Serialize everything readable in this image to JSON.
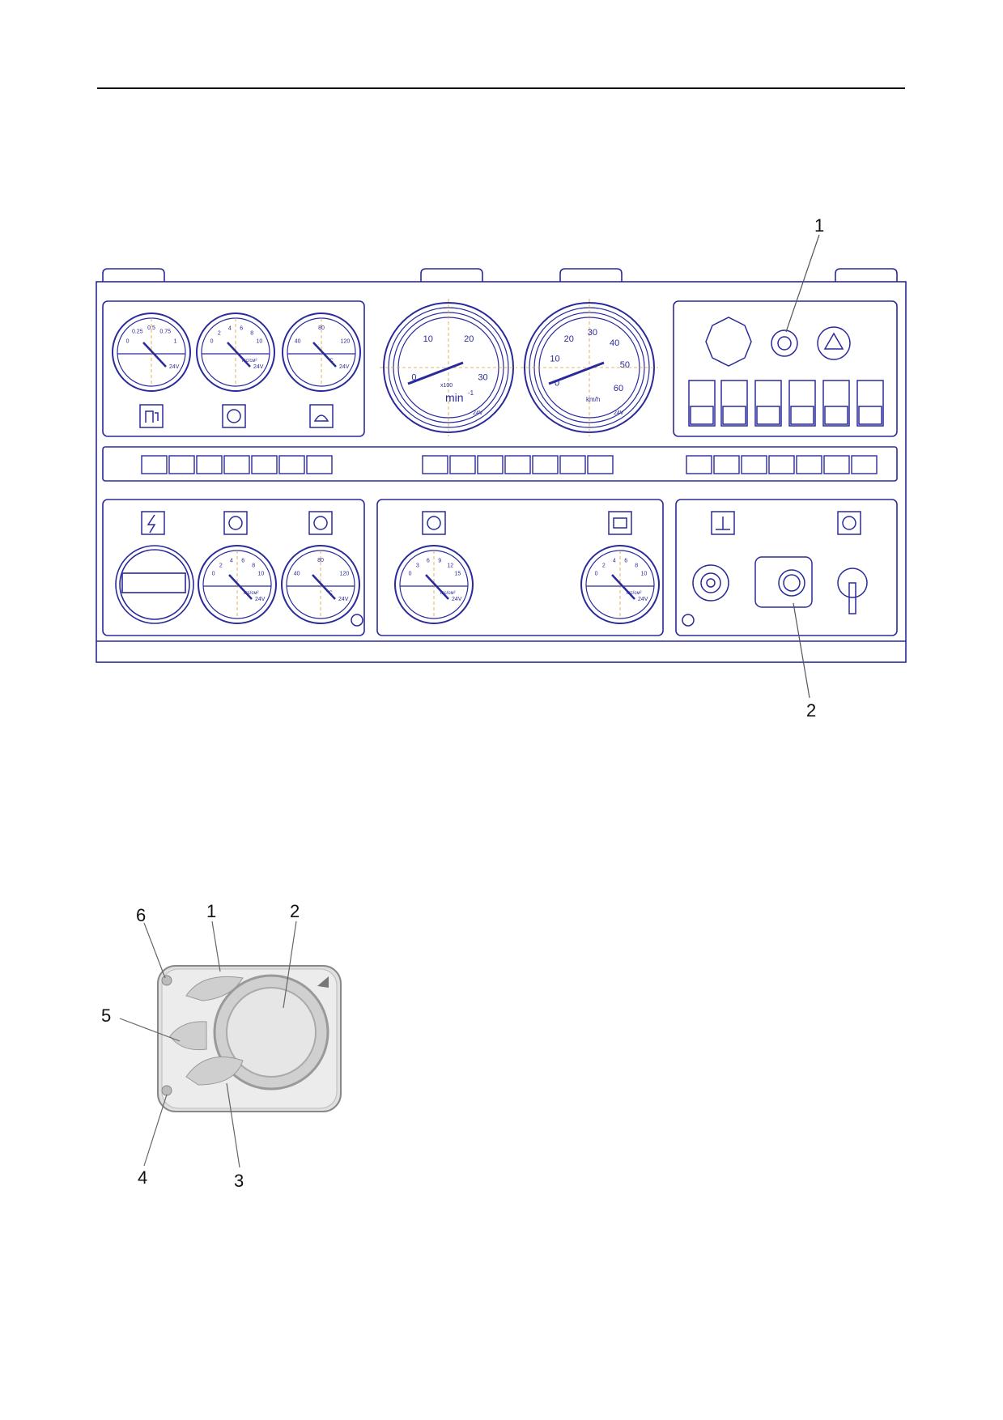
{
  "dashboard": {
    "callouts": [
      "1",
      "2"
    ],
    "tachometer": {
      "ticks": [
        "0",
        "10",
        "20",
        "30"
      ],
      "unit": "min",
      "unit_exp": "-1",
      "multiplier": "x100",
      "voltage": "24V"
    },
    "speedometer": {
      "ticks": [
        "0",
        "10",
        "20",
        "30",
        "40",
        "50",
        "60"
      ],
      "unit": "km/h",
      "voltage": "24V"
    },
    "fuel_gauge": {
      "ticks": [
        "0",
        "0.25",
        "0.5",
        "0.75",
        "1"
      ],
      "voltage": "24V"
    },
    "oil_pressure_top": {
      "ticks": [
        "0",
        "2",
        "4",
        "6",
        "8",
        "10"
      ],
      "unit": "кгс/см²",
      "voltage": "24V"
    },
    "coolant_temp_top": {
      "ticks": [
        "40",
        "80",
        "120"
      ],
      "unit": "°C",
      "voltage": "24V"
    },
    "air_pressure_1": {
      "ticks": [
        "0",
        "2",
        "4",
        "6",
        "8",
        "10"
      ],
      "unit": "кгс/см²",
      "voltage": "24V"
    },
    "oil_temp": {
      "ticks": [
        "40",
        "80",
        "120"
      ],
      "unit": "°C",
      "voltage": "24V"
    },
    "transmission_pressure": {
      "ticks": [
        "0",
        "3",
        "6",
        "9",
        "12",
        "15"
      ],
      "unit": "кгс/см²",
      "voltage": "24V"
    },
    "brake_pressure": {
      "ticks": [
        "0",
        "2",
        "4",
        "6",
        "8",
        "10"
      ],
      "unit": "кгс/см²",
      "voltage": "24V"
    }
  },
  "heater_panel": {
    "callouts": [
      "6",
      "1",
      "2",
      "5",
      "4",
      "3"
    ]
  }
}
